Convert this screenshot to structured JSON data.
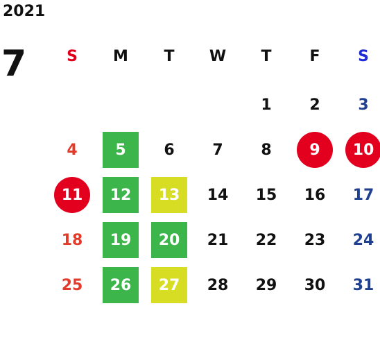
{
  "calendar": {
    "year": "2021",
    "month": "7",
    "weekdays": [
      "S",
      "M",
      "T",
      "W",
      "T",
      "F",
      "S"
    ],
    "weeks": [
      [
        "",
        "",
        "",
        "",
        "1",
        "2",
        "3"
      ],
      [
        "4",
        "5",
        "6",
        "7",
        "8",
        "9",
        "10"
      ],
      [
        "11",
        "12",
        "13",
        "14",
        "15",
        "16",
        "17"
      ],
      [
        "18",
        "19",
        "20",
        "21",
        "22",
        "23",
        "24"
      ],
      [
        "25",
        "26",
        "27",
        "28",
        "29",
        "30",
        "31"
      ]
    ],
    "highlights": {
      "5": "green",
      "12": "green",
      "19": "green",
      "20": "green",
      "26": "green",
      "13": "yellow",
      "27": "yellow",
      "9": "red",
      "10": "red",
      "11": "red"
    },
    "colors": {
      "sunday_header": "#e0001b",
      "saturday_header": "#1e2bd6",
      "sunday": "#e23b2b",
      "saturday": "#1f3f91",
      "green": "#3cb54b",
      "yellow": "#d7dd23",
      "red": "#e3001f"
    }
  }
}
